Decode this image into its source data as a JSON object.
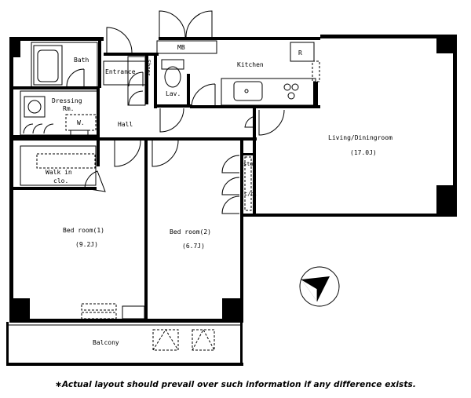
{
  "rooms": {
    "bath": "Bath",
    "entrance": "Entrance",
    "shoes": "Shoes",
    "mb": "MB",
    "kitchen": "Kitchen",
    "refrigerator": "R",
    "dressing_line1": "Dressing",
    "dressing_line2": "Rm.",
    "washer": "W.",
    "lav": "Lav.",
    "hall": "Hall",
    "living": "Living/Diningroom",
    "living_size": "(17.0J)",
    "walkin_line1": "Walk in",
    "walkin_line2": "clo.",
    "storage": "sto.",
    "closet": "c/o.",
    "bedroom1": "Bed room(1)",
    "bedroom1_size": "(9.2J)",
    "bedroom2": "Bed room(2)",
    "bedroom2_size": "(6.7J)",
    "balcony": "Balcony"
  },
  "compass": {
    "icon": "north-arrow-icon"
  },
  "footer": {
    "note": "∗Actual layout should prevail over such information if any difference exists."
  }
}
